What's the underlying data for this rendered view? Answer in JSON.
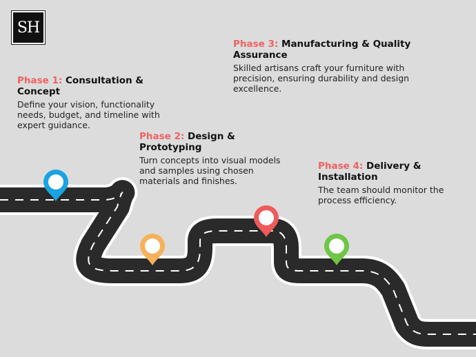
{
  "logo": {
    "text": "SH"
  },
  "phases": [
    {
      "number": "Phase 1:",
      "title": "Consultation & Concept",
      "description": "Define your vision, functionality needs, budget, and timeline with expert guidance.",
      "pin_color": "#1aa3e0"
    },
    {
      "number": "Phase 2:",
      "title": "Design & Prototyping",
      "description": "Turn concepts into visual models and samples using chosen materials and finishes.",
      "pin_color": "#f6b15a"
    },
    {
      "number": "Phase 3:",
      "title": "Manufacturing & Quality Assurance",
      "description": "Skilled artisans craft your furniture with precision, ensuring durability and design excellence.",
      "pin_color": "#f05a5a"
    },
    {
      "number": "Phase 4:",
      "title": "Delivery & Installation",
      "description": "The team should monitor the process efficiency.",
      "pin_color": "#6ec547"
    }
  ],
  "colors": {
    "background": "#dcdcdc",
    "road": "#2a2a2a",
    "road_edge": "#ffffff",
    "phase_number": "#f06262"
  }
}
